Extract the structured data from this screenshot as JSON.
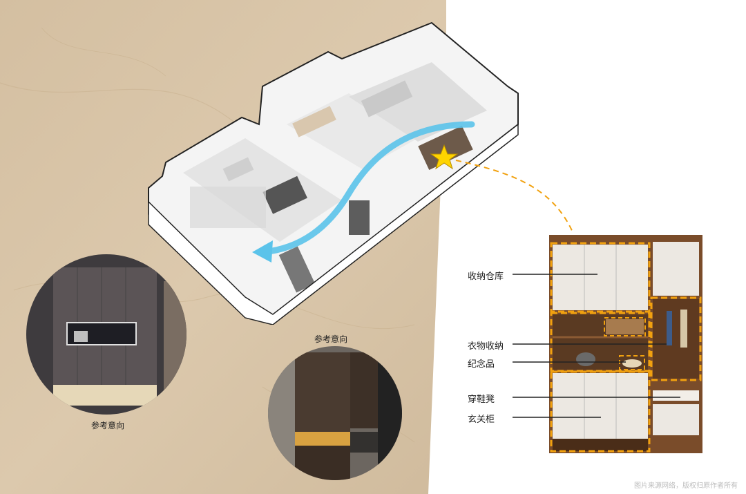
{
  "labels": [
    {
      "id": "storage",
      "text": "收纳仓库"
    },
    {
      "id": "clothes",
      "text": "衣物收纳"
    },
    {
      "id": "souvenir",
      "text": "纪念品"
    },
    {
      "id": "shoe-bench",
      "text": "穿鞋凳"
    },
    {
      "id": "entry-cabinet",
      "text": "玄关柜"
    }
  ],
  "captions": {
    "left": "参考意向",
    "right": "参考意向"
  },
  "credit": "图片来源网络，版权归原作者所有",
  "colors": {
    "marble": "#d8c5a9",
    "highlight": "#f1a10f",
    "path": "#5bc3ea",
    "star": "#ffd400",
    "wood": "#7a4c2a",
    "cabinet": "#ece8e2"
  },
  "icons": [
    "star-icon",
    "flow-arrow-icon"
  ]
}
